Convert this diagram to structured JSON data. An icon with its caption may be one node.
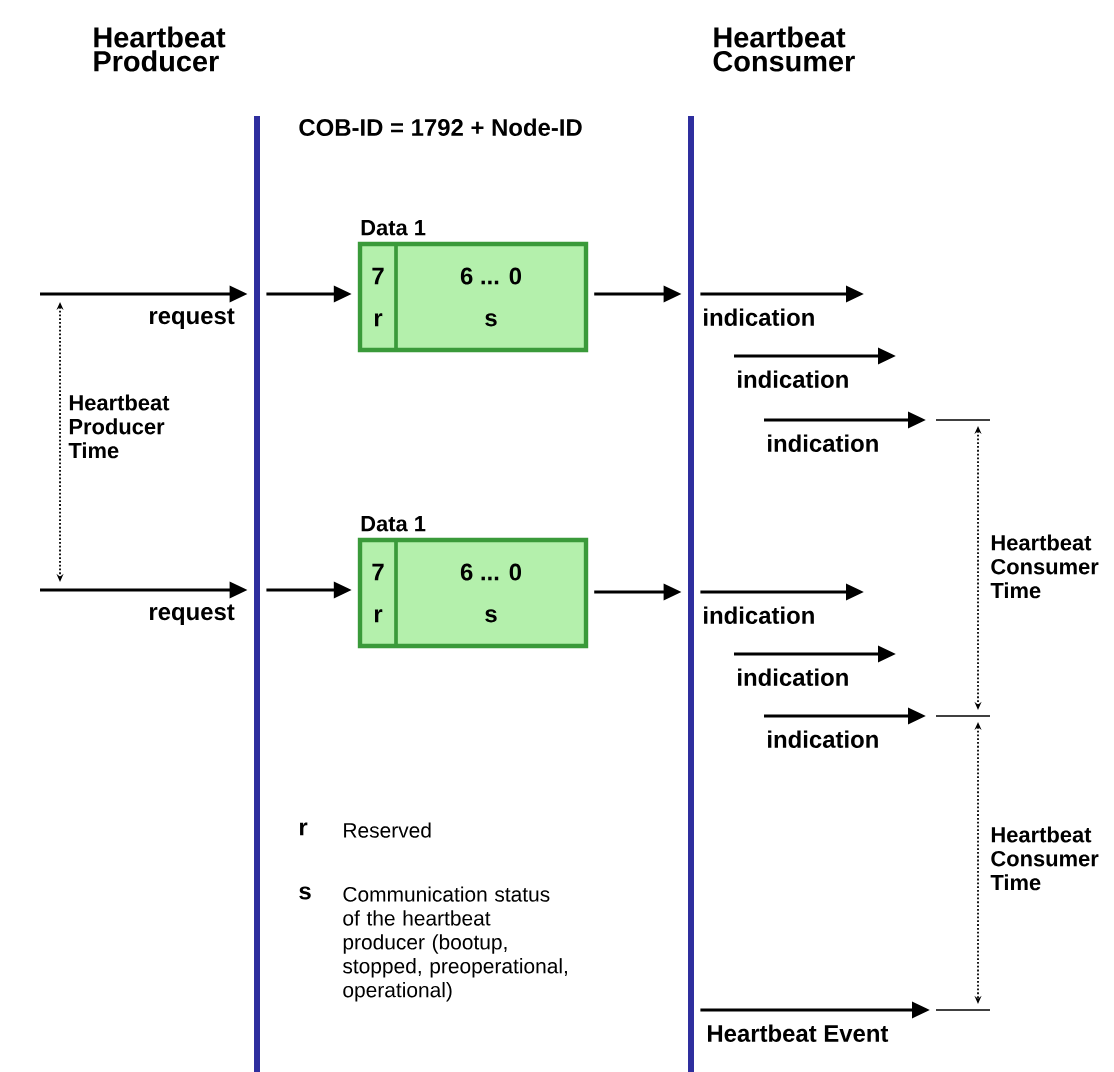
{
  "diagram": {
    "nodes": [
      {
        "text": [],
        "shape": "bar"
      },
      {
        "text": [
          "Data 1"
        ]
      },
      {
        "text": [
          "7",
          "r"
        ],
        "in": 1
      },
      {
        "text": [
          "6 ... 0",
          "s"
        ],
        "in": 1
      },
      {
        "text": [
          "Data 1"
        ]
      },
      {
        "text": [
          "7",
          "r"
        ],
        "in": 4
      },
      {
        "text": [
          "6 ... 0",
          "s"
        ],
        "in": 4
      },
      {
        "text": [],
        "shape": "bar"
      }
    ],
    "edges": [
      {
        "from": null,
        "to": 0,
        "arrow": "to",
        "label": "request"
      },
      {
        "from": 0,
        "to": 1,
        "arrow": "to"
      },
      {
        "from": 1,
        "to": 7,
        "arrow": "to"
      },
      {
        "from": 7,
        "to": null,
        "arrow": "to",
        "label": "indication"
      },
      {
        "from": null,
        "to": 0,
        "arrow": "to",
        "label": "request"
      },
      {
        "from": 0,
        "to": 4,
        "arrow": "to"
      },
      {
        "from": 4,
        "to": 7,
        "arrow": "to"
      },
      {
        "from": 7,
        "to": null,
        "arrow": "to",
        "label": "indication"
      },
      {
        "from": 7,
        "to": null,
        "arrow": "to",
        "label": "Heartbeat Event"
      }
    ],
    "labels": [
      "Heartbeat Producer",
      "Heartbeat Consumer",
      "COB-ID = 1792 + Node-ID",
      "indication",
      "indication",
      "Heartbeat Producer Time",
      "Heartbeat Consumer Time",
      "indication",
      "indication",
      "Heartbeat Consumer Time",
      "r",
      "Reserved",
      "s",
      "Communication status of the heartbeat producer (bootup, stopped, preoperational, operational)"
    ]
  }
}
